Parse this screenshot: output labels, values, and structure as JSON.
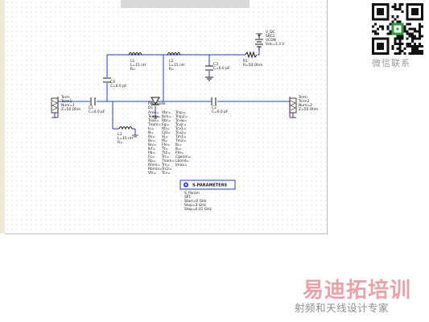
{
  "components": {
    "term1": {
      "name": "Term",
      "id": "Term1",
      "num": "Num=1",
      "z": "Z=50 Ohm"
    },
    "term2": {
      "name": "Term",
      "id": "Term2",
      "num": "Num=2",
      "z": "Z=50 Ohm"
    },
    "c1": {
      "id": "C1",
      "value": "C=6.0 pF"
    },
    "c2": {
      "id": "C2",
      "value": "C=6.0 pF"
    },
    "c3": {
      "id": "C3",
      "value": "C=6.0 pF"
    },
    "c4": {
      "id": "C4",
      "value": "C=6.0 pF"
    },
    "l1": {
      "id": "L1",
      "value": "L=15 nH",
      "r": "R="
    },
    "l2": {
      "id": "L2",
      "value": "L=15 nH",
      "r": "R="
    },
    "l3": {
      "id": "L3",
      "value": "L=15 nH",
      "r": "R="
    },
    "r1": {
      "id": "R1",
      "value": "R=50 Ohm"
    },
    "vdc": {
      "type": "V_DC",
      "id": "SRC1",
      "value": "Vdc=3.3 V"
    },
    "vcon": {
      "label": "VCON"
    },
    "diode": {
      "type": "PIN_diode",
      "id": "D1",
      "params_col1": [
        "Area=",
        "Temp=",
        "Trise=",
        "Tnom=",
        "Is=",
        "N=",
        "Rs=",
        "Bv=",
        "Ibv=",
        "Ikf=",
        "Pb=",
        "Fc=",
        "Rp=",
        "Rmin=",
        "Rbmin=",
        "Vtr="
      ],
      "params_col2": [
        "Vbr=",
        "Ibrk=",
        "Rbr=",
        "Eg=",
        "Xti=",
        "Cj0=",
        "Vj=",
        "M=",
        "Ffe=",
        "Tt=",
        "Tt2=",
        "Trr=",
        "Tnom=",
        "Trs=",
        "Trs2=",
        "Tcv="
      ],
      "params_col3": [
        "Trsp=",
        "Trsp2=",
        "Tcvw=",
        "Tcvjr=",
        "Tcv1=",
        "Tcv2=",
        "Tm1=",
        "Tm2=",
        "Ib=",
        "Ik=",
        "Ffe=",
        "Cgenm=",
        "Lbond=",
        "Imax="
      ]
    },
    "sparams": {
      "title": "S-PARAMETERS",
      "type": "S_Param",
      "id": "SP1",
      "start": "Start=0 GHz",
      "stop": "Stop=3 GHz",
      "step": "Step=0.01 GHz"
    }
  },
  "watermark": {
    "qr_caption": "微信联系",
    "brand": "易迪拓培训",
    "subtitle": "射频和天线设计专家"
  },
  "colors": {
    "wire": "#1f3fbf",
    "accent": "#8b1d6f",
    "brand": "#e8a3a8"
  }
}
